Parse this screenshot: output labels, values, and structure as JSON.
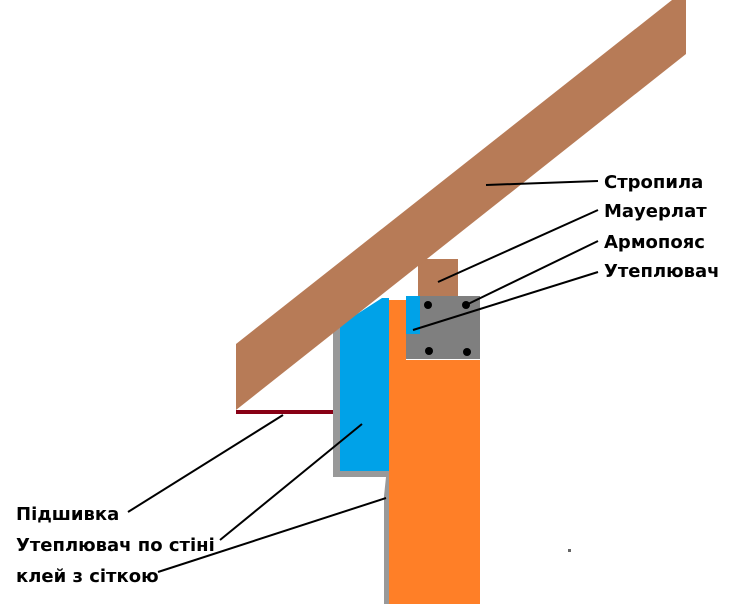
{
  "colors": {
    "rafter": "#b77b57",
    "mauerlat": "#b77b57",
    "wall": "#ff7f27",
    "insulation": "#00a2e8",
    "armopoyas": "#7f7f7f",
    "bolt": "#000000",
    "adhesive_mesh": "#999999",
    "soffit": "#880015",
    "leader": "#000000"
  },
  "labels": {
    "rafters": "Стропила",
    "mauerlat": "Мауерлат",
    "armopoyas": "Армопояс",
    "insulation": "Утеплювач",
    "soffit": "Підшивка",
    "wall_insulation": "Утеплювач по стіні",
    "adhesive_mesh": "клей з сіткою"
  }
}
